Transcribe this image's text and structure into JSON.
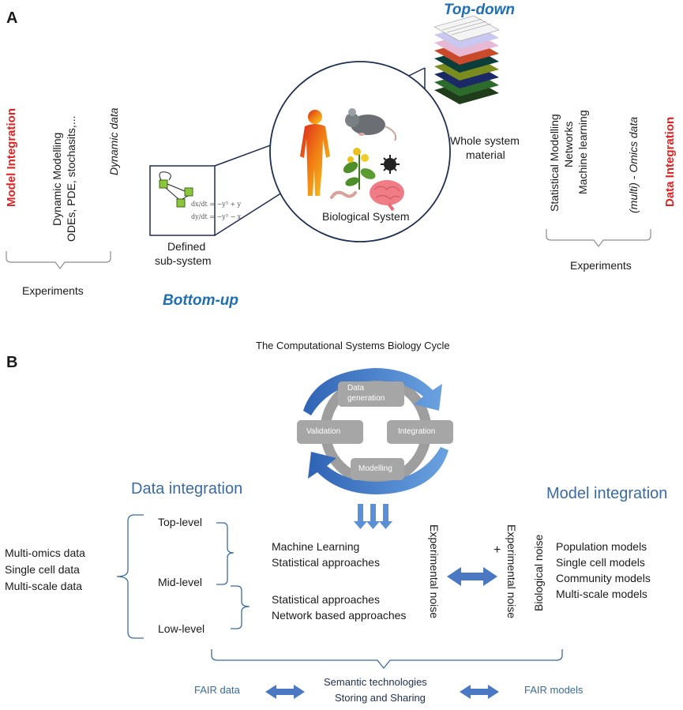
{
  "panel_a": {
    "label": "A",
    "top_down": "Top-down",
    "bottom_up": "Bottom-up",
    "model_integration": "Model Integration",
    "dynamic_modelling_1": "Dynamic Modelling",
    "dynamic_modelling_2": "ODEs, PDE, stochasits,...",
    "dynamic_data": "Dynamic data",
    "experiments_left": "Experiments",
    "defined_subsystem_1": "Defined",
    "defined_subsystem_2": "sub-system",
    "biological_system": "Biological System",
    "whole_system_1": "Whole system",
    "whole_system_2": "material",
    "statistical_modelling": "Statistical Modelling",
    "networks": "Networks",
    "machine_learning": "Machine learning",
    "omics_data": "(multi) - Omics data",
    "data_integration": "Data Integration",
    "experiments_right": "Experiments",
    "eq1_lhs": "dx/dt",
    "eq1_rhs": "= −y³ + y",
    "eq2_lhs": "dy/dt",
    "eq2_rhs": "= −y³ − x"
  },
  "panel_b": {
    "label": "B",
    "cycle_title": "The Computational Systems Biology Cycle",
    "cycle_data_generation_1": "Data",
    "cycle_data_generation_2": "generation",
    "cycle_validation": "Validation",
    "cycle_integration": "Integration",
    "cycle_modelling": "Modelling",
    "data_integration": "Data integration",
    "model_integration": "Model integration",
    "sources": [
      "Multi-omics data",
      "Single cell data",
      "Multi-scale data"
    ],
    "levels": [
      "Top-level",
      "Mid-level",
      "Low-level"
    ],
    "approaches_top": [
      "Machine Learning",
      "Statistical approaches"
    ],
    "approaches_low": [
      "Statistical approaches",
      "Network based approaches"
    ],
    "experimental_noise": "Experimental noise",
    "plus": "+",
    "experimental_noise_2": "Experimental noise",
    "biological_noise": "Biological noise",
    "models": [
      "Population models",
      "Single cell models",
      "Community models",
      "Multi-scale models"
    ],
    "fair_data": "FAIR data",
    "semantic_1": "Semantic technologies",
    "semantic_2": "Storing and Sharing",
    "fair_models": "FAIR models"
  },
  "colors": {
    "red": "#e02424",
    "blue_heading": "#1f6fb2",
    "steel_blue": "#3b6aa0",
    "arrow_blue": "#4a78c2",
    "cycle_gray": "#9e9e9e",
    "box_gray": "#a6a6a6",
    "navy": "#1d2e52"
  }
}
